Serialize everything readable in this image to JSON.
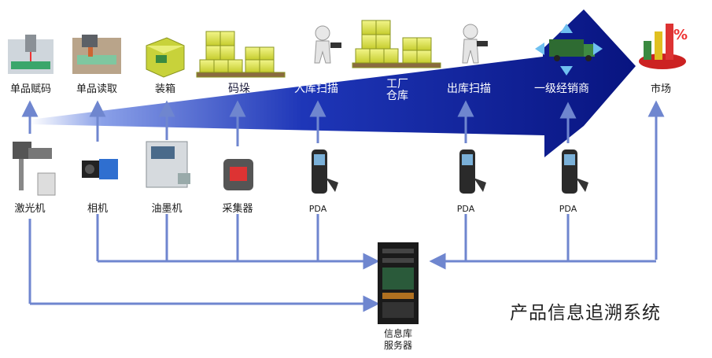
{
  "stages": [
    {
      "id": "s1",
      "label": "单品赋码",
      "icon": "laser-coding-icon"
    },
    {
      "id": "s2",
      "label": "单品读取",
      "icon": "product-reading-icon"
    },
    {
      "id": "s3",
      "label": "装箱",
      "icon": "boxing-icon"
    },
    {
      "id": "s4",
      "label": "码垛",
      "icon": "palletizing-icon"
    },
    {
      "id": "s5",
      "label": "入库扫描",
      "icon": "inbound-scan-icon"
    },
    {
      "id": "s6",
      "label_line1": "工厂",
      "label_line2": "仓库",
      "icon": "factory-warehouse-icon"
    },
    {
      "id": "s7",
      "label": "出库扫描",
      "icon": "outbound-scan-icon"
    },
    {
      "id": "s8",
      "label": "一级经销商",
      "icon": "distributor-truck-icon"
    },
    {
      "id": "s9",
      "label": "市场",
      "icon": "market-icon"
    }
  ],
  "devices": [
    {
      "label": "激光机",
      "icon": "laser-machine-icon"
    },
    {
      "label": "相机",
      "icon": "camera-icon"
    },
    {
      "label": "油墨机",
      "icon": "inkjet-printer-icon"
    },
    {
      "label": "采集器",
      "icon": "collector-icon"
    },
    {
      "label": "PDA",
      "icon": "pda-icon"
    },
    {
      "label": "PDA",
      "icon": "pda-icon"
    },
    {
      "label": "PDA",
      "icon": "pda-icon"
    }
  ],
  "server": {
    "line1": "信息库",
    "line2": "服务器",
    "icon": "server-rack-icon"
  },
  "caption": "产品信息追溯系统",
  "colors": {
    "arrow_dark": "#0a1a8c",
    "arrow_light": "#5a78e0",
    "connector": "#6f86cf",
    "cube": "#dde44a"
  }
}
